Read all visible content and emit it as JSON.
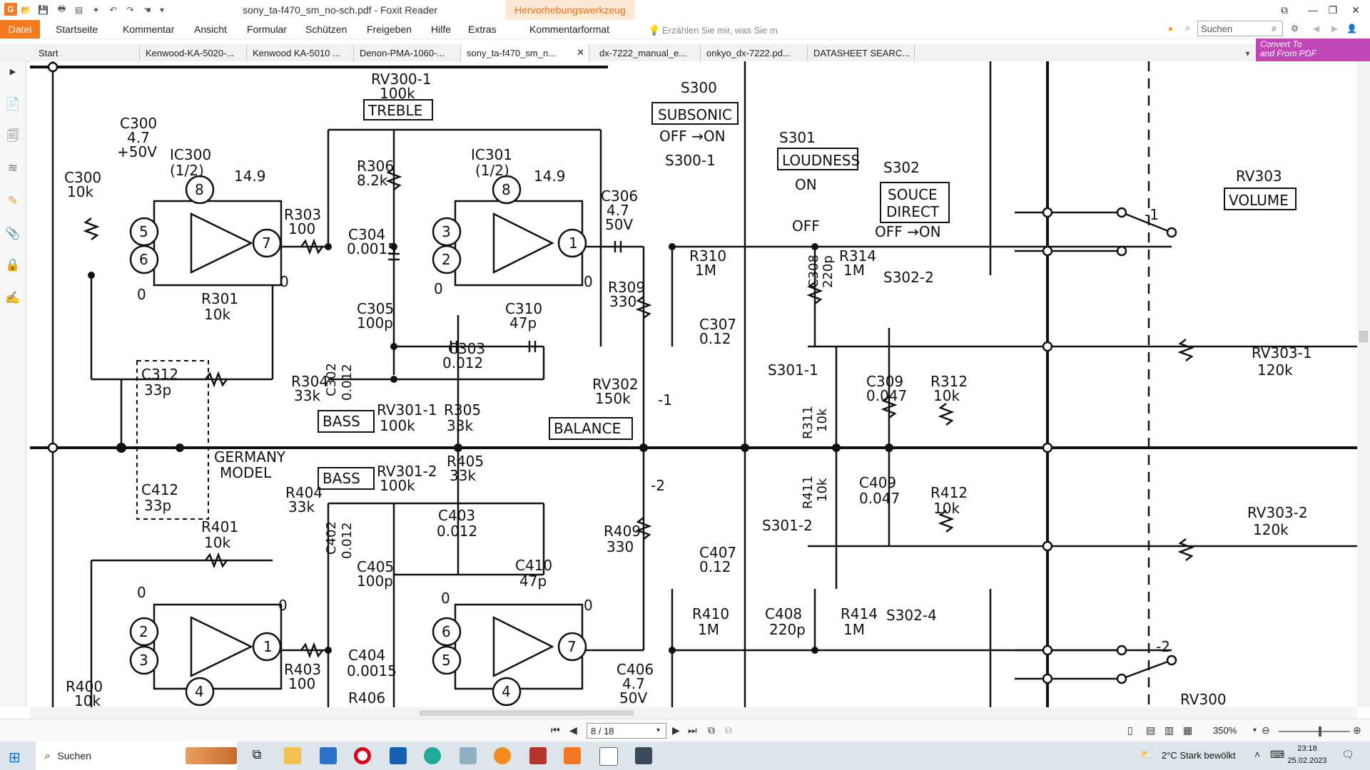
{
  "window": {
    "title": "sony_ta-f470_sm_no-sch.pdf - Foxit Reader",
    "context_tab": "Hervorhebungswerkzeug",
    "tell_me_placeholder": "Erzählen Sie mir, was Sie m",
    "search_placeholder": "Suchen"
  },
  "ribbon": {
    "menus": [
      "Datei",
      "Startseite",
      "Kommentar",
      "Ansicht",
      "Formular",
      "Schützen",
      "Freigeben",
      "Hilfe",
      "Extras",
      "Kommentarformat"
    ]
  },
  "tabs": [
    {
      "label": "Start"
    },
    {
      "label": "Kenwood-KA-5020-..."
    },
    {
      "label": "Kenwood KA-5010 ..."
    },
    {
      "label": "Denon-PMA-1060-..."
    },
    {
      "label": "sony_ta-f470_sm_n...",
      "active": true
    },
    {
      "label": "dx-7222_manual_e..."
    },
    {
      "label": "onkyo_dx-7222.pd..."
    },
    {
      "label": "DATASHEET SEARC..."
    }
  ],
  "convert": {
    "line1": "Convert To",
    "line2": "and From PDF"
  },
  "status": {
    "page": "8 / 18",
    "zoom": "350%"
  },
  "taskbar": {
    "search_label": "Suchen",
    "weather": "2°C  Stark bewölkt",
    "time": "23:18",
    "date": "25.02.2023"
  },
  "schematic": {
    "labels": [
      {
        "id": "rv300-1",
        "t": "RV300-1"
      },
      {
        "id": "100k-a",
        "t": "100k"
      },
      {
        "id": "treble",
        "t": "TREBLE"
      },
      {
        "id": "s300",
        "t": "S300"
      },
      {
        "id": "subsonic",
        "t": "SUBSONIC"
      },
      {
        "id": "off-on-1",
        "t": "OFF →ON"
      },
      {
        "id": "s300-1",
        "t": "S300-1"
      },
      {
        "id": "s301",
        "t": "S301"
      },
      {
        "id": "loudness",
        "t": "LOUDNESS"
      },
      {
        "id": "on",
        "t": "ON"
      },
      {
        "id": "off",
        "t": "OFF"
      },
      {
        "id": "s302",
        "t": "S302"
      },
      {
        "id": "souce",
        "t": "SOUCE"
      },
      {
        "id": "direct",
        "t": "DIRECT"
      },
      {
        "id": "off-on-2",
        "t": "OFF →ON"
      },
      {
        "id": "rv303",
        "t": "RV303"
      },
      {
        "id": "volume",
        "t": "VOLUME"
      },
      {
        "id": "c300a",
        "t": "C300"
      },
      {
        "id": "c300a-v",
        "t": "4.7"
      },
      {
        "id": "c300a-v2",
        "t": "+50V"
      },
      {
        "id": "c300b",
        "t": "C300"
      },
      {
        "id": "c300b-v",
        "t": "10k"
      },
      {
        "id": "ic300",
        "t": "IC300"
      },
      {
        "id": "ic300-h",
        "t": "(1/2)"
      },
      {
        "id": "v149a",
        "t": "14.9"
      },
      {
        "id": "r303",
        "t": "R303"
      },
      {
        "id": "r303-v",
        "t": "100"
      },
      {
        "id": "r306",
        "t": "R306"
      },
      {
        "id": "r306-v",
        "t": "8.2k"
      },
      {
        "id": "c304",
        "t": "C304"
      },
      {
        "id": "c304-v",
        "t": "0.0015"
      },
      {
        "id": "ic301",
        "t": "IC301"
      },
      {
        "id": "ic301-h",
        "t": "(1/2)"
      },
      {
        "id": "v149b",
        "t": "14.9"
      },
      {
        "id": "c306",
        "t": "C306"
      },
      {
        "id": "c306-v",
        "t": "4.7"
      },
      {
        "id": "c306-v2",
        "t": "50V"
      },
      {
        "id": "r310",
        "t": "R310"
      },
      {
        "id": "r310-v",
        "t": "1M"
      },
      {
        "id": "c308",
        "t": "C308"
      },
      {
        "id": "c308-v",
        "t": "220p"
      },
      {
        "id": "r314",
        "t": "R314"
      },
      {
        "id": "r314-v",
        "t": "1M"
      },
      {
        "id": "s302-2",
        "t": "S302-2"
      },
      {
        "id": "r301",
        "t": "R301"
      },
      {
        "id": "r301-v",
        "t": "10k"
      },
      {
        "id": "c305",
        "t": "C305"
      },
      {
        "id": "c305-v",
        "t": "100p"
      },
      {
        "id": "c310",
        "t": "C310"
      },
      {
        "id": "c310-v",
        "t": "47p"
      },
      {
        "id": "r309",
        "t": "R309"
      },
      {
        "id": "r309-v",
        "t": "330"
      },
      {
        "id": "c307",
        "t": "C307"
      },
      {
        "id": "c307-v",
        "t": "0.12"
      },
      {
        "id": "c302",
        "t": "C302"
      },
      {
        "id": "c302-v",
        "t": "0.012"
      },
      {
        "id": "c303",
        "t": "C303"
      },
      {
        "id": "c303-v",
        "t": "0.012"
      },
      {
        "id": "s301-1",
        "t": "S301-1"
      },
      {
        "id": "c312",
        "t": "C312"
      },
      {
        "id": "c312-v",
        "t": "33p"
      },
      {
        "id": "r304",
        "t": "R304"
      },
      {
        "id": "r304-v",
        "t": "33k"
      },
      {
        "id": "rv302",
        "t": "RV302"
      },
      {
        "id": "rv302-v",
        "t": "150k"
      },
      {
        "id": "m1",
        "t": "-1"
      },
      {
        "id": "c309",
        "t": "C309"
      },
      {
        "id": "c309-v",
        "t": "0.047"
      },
      {
        "id": "r312",
        "t": "R312"
      },
      {
        "id": "r312-v",
        "t": "10k"
      },
      {
        "id": "rv303-1",
        "t": "RV303-1"
      },
      {
        "id": "rv303-1-v",
        "t": "120k"
      },
      {
        "id": "bass-1",
        "t": "BASS"
      },
      {
        "id": "rv301-1",
        "t": "RV301-1"
      },
      {
        "id": "rv301-1-v",
        "t": "100k"
      },
      {
        "id": "r305",
        "t": "R305"
      },
      {
        "id": "r305-v",
        "t": "33k"
      },
      {
        "id": "balance",
        "t": "BALANCE"
      },
      {
        "id": "r311",
        "t": "R311"
      },
      {
        "id": "r311-v",
        "t": "10k"
      },
      {
        "id": "germany",
        "t": "GERMANY"
      },
      {
        "id": "model",
        "t": "MODEL"
      },
      {
        "id": "bass-2",
        "t": "BASS"
      },
      {
        "id": "rv301-2",
        "t": "RV301-2"
      },
      {
        "id": "rv301-2-v",
        "t": "100k"
      },
      {
        "id": "r405",
        "t": "R405"
      },
      {
        "id": "r405-v",
        "t": "33k"
      },
      {
        "id": "m2",
        "t": "-2"
      },
      {
        "id": "r411",
        "t": "R411"
      },
      {
        "id": "r411-v",
        "t": "10k"
      },
      {
        "id": "c409",
        "t": "C409"
      },
      {
        "id": "c409-v",
        "t": "0.047"
      },
      {
        "id": "r412",
        "t": "R412"
      },
      {
        "id": "r412-v",
        "t": "10k"
      },
      {
        "id": "c412",
        "t": "C412"
      },
      {
        "id": "c412-v",
        "t": "33p"
      },
      {
        "id": "r404",
        "t": "R404"
      },
      {
        "id": "r404-v",
        "t": "33k"
      },
      {
        "id": "c403",
        "t": "C403"
      },
      {
        "id": "c403-v",
        "t": "0.012"
      },
      {
        "id": "rv303-2",
        "t": "RV303-2"
      },
      {
        "id": "rv303-2-v",
        "t": "120k"
      },
      {
        "id": "r401",
        "t": "R401"
      },
      {
        "id": "r401-v",
        "t": "10k"
      },
      {
        "id": "c402",
        "t": "C402"
      },
      {
        "id": "c402-v",
        "t": "0.012"
      },
      {
        "id": "s301-2",
        "t": "S301-2"
      },
      {
        "id": "r409",
        "t": "R409"
      },
      {
        "id": "r409-v",
        "t": "330"
      },
      {
        "id": "c407",
        "t": "C407"
      },
      {
        "id": "c407-v",
        "t": "0.12"
      },
      {
        "id": "c405",
        "t": "C405"
      },
      {
        "id": "c405-v",
        "t": "100p"
      },
      {
        "id": "c410",
        "t": "C410"
      },
      {
        "id": "c410-v",
        "t": "47p"
      },
      {
        "id": "r410",
        "t": "R410"
      },
      {
        "id": "r410-v",
        "t": "1M"
      },
      {
        "id": "c408",
        "t": "C408"
      },
      {
        "id": "c408-v",
        "t": "220p"
      },
      {
        "id": "r414",
        "t": "R414"
      },
      {
        "id": "r414-v",
        "t": "1M"
      },
      {
        "id": "s302-4",
        "t": "S302-4"
      },
      {
        "id": "c404",
        "t": "C404"
      },
      {
        "id": "c404-v",
        "t": "0.0015"
      },
      {
        "id": "r403",
        "t": "R403"
      },
      {
        "id": "r403-v",
        "t": "100"
      },
      {
        "id": "c406",
        "t": "C406"
      },
      {
        "id": "c406-v",
        "t": "4.7"
      },
      {
        "id": "c406-v2",
        "t": "50V"
      },
      {
        "id": "r400",
        "t": "R400"
      },
      {
        "id": "r400-v",
        "t": "10k"
      },
      {
        "id": "r406",
        "t": "R406"
      },
      {
        "id": "m1b",
        "t": "-1"
      },
      {
        "id": "m2b",
        "t": "-2"
      },
      {
        "id": "rv300",
        "t": "RV300"
      },
      {
        "id": "p5",
        "t": "5"
      },
      {
        "id": "p6",
        "t": "6"
      },
      {
        "id": "p8a",
        "t": "8"
      },
      {
        "id": "p7",
        "t": "7"
      },
      {
        "id": "p3a",
        "t": "3"
      },
      {
        "id": "p2a",
        "t": "2"
      },
      {
        "id": "p8b",
        "t": "8"
      },
      {
        "id": "p1a",
        "t": "1"
      },
      {
        "id": "p2b",
        "t": "2"
      },
      {
        "id": "p3b",
        "t": "3"
      },
      {
        "id": "p4a",
        "t": "4"
      },
      {
        "id": "p1b",
        "t": "1"
      },
      {
        "id": "p6b",
        "t": "6"
      },
      {
        "id": "p5b",
        "t": "5"
      },
      {
        "id": "p4b",
        "t": "4"
      },
      {
        "id": "p7b",
        "t": "7"
      },
      {
        "id": "z1",
        "t": "0"
      },
      {
        "id": "z2",
        "t": "0"
      },
      {
        "id": "z3",
        "t": "0"
      },
      {
        "id": "z4",
        "t": "0"
      },
      {
        "id": "z5",
        "t": "0"
      },
      {
        "id": "z6",
        "t": "0"
      },
      {
        "id": "z7",
        "t": "0"
      },
      {
        "id": "z8",
        "t": "0"
      }
    ]
  }
}
